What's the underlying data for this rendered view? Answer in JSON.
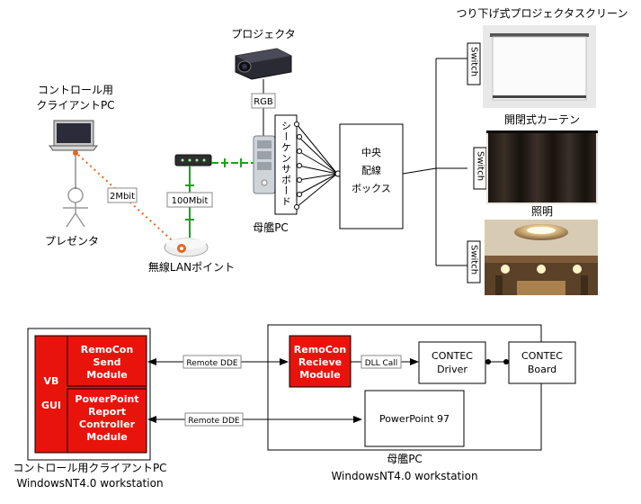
{
  "top": {
    "projector_label": "プロジェクタ",
    "rgb_label": "RGB",
    "client_label_line1": "コントロール用",
    "client_label_line2": "クライアントPC",
    "presenter_label": "プレゼンタ",
    "link_2mbit": "2Mbit",
    "link_100mbit": "100Mbit",
    "wlan_label": "無線LANポイント",
    "sequencer_label": "シーケンサボード",
    "mothership_label": "母艦PC",
    "central_box_line1": "中央",
    "central_box_line2": "配線",
    "central_box_line3": "ボックス",
    "screen_label": "つり下げ式プロジェクタスクリーン",
    "curtain_label": "開閉式カーテン",
    "lighting_label": "照明",
    "switch_label": "Switch"
  },
  "bottom": {
    "vb_label": "VB",
    "gui_label": "GUI",
    "remocon_send_line1": "RemoCon",
    "remocon_send_line2": "Send",
    "remocon_send_line3": "Module",
    "pp_ctrl_line1": "PowerPoint",
    "pp_ctrl_line2": "Report",
    "pp_ctrl_line3": "Controller",
    "pp_ctrl_line4": "Module",
    "client_caption_line1": "コントロール用クライアントPC",
    "client_caption_line2": "WindowsNT4.0 workstation",
    "remote_dde_label": "Remote DDE",
    "remocon_recv_line1": "RemoCon",
    "remocon_recv_line2": "Recieve",
    "remocon_recv_line3": "Module",
    "dll_call_label": "DLL Call",
    "contec_driver_line1": "CONTEC",
    "contec_driver_line2": "Driver",
    "contec_board_line1": "CONTEC",
    "contec_board_line2": "Board",
    "powerpoint_label": "PowerPoint 97",
    "mothership_caption_line1": "母艦PC",
    "mothership_caption_line2": "WindowsNT4.0 workstation"
  },
  "colors": {
    "module_red": "#e8140c",
    "link_green": "#1aa31a",
    "wireless_orange": "#e8641e"
  }
}
